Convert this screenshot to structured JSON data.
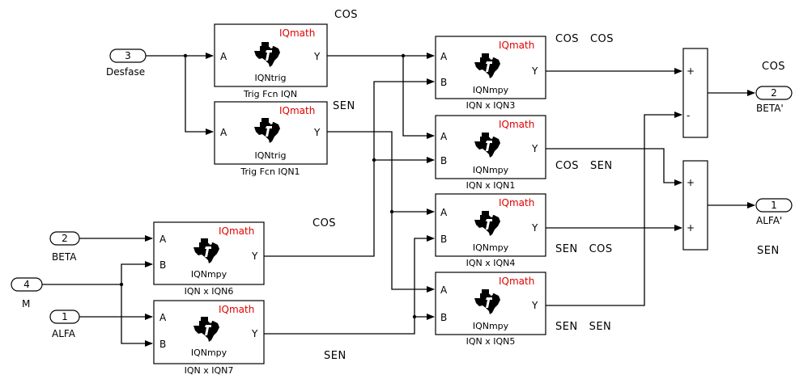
{
  "brand_text": "IQmath",
  "ti_logo_icon": "texas-instruments-logo-icon",
  "blocks": {
    "trig0": {
      "name": "Trig Fcn IQN",
      "inner": "IQNtrig",
      "in_a": "A",
      "out": "Y"
    },
    "trig1": {
      "name": "Trig Fcn IQN1",
      "inner": "IQNtrig",
      "in_a": "A",
      "out": "Y"
    },
    "m3": {
      "name": "IQN x IQN3",
      "inner": "IQNmpy",
      "in_a": "A",
      "in_b": "B",
      "out": "Y"
    },
    "m1": {
      "name": "IQN x IQN1",
      "inner": "IQNmpy",
      "in_a": "A",
      "in_b": "B",
      "out": "Y"
    },
    "m4": {
      "name": "IQN x IQN4",
      "inner": "IQNmpy",
      "in_a": "A",
      "in_b": "B",
      "out": "Y"
    },
    "m5": {
      "name": "IQN x IQN5",
      "inner": "IQNmpy",
      "in_a": "A",
      "in_b": "B",
      "out": "Y"
    },
    "m6": {
      "name": "IQN x IQN6",
      "inner": "IQNmpy",
      "in_a": "A",
      "in_b": "B",
      "out": "Y"
    },
    "m7": {
      "name": "IQN x IQN7",
      "inner": "IQNmpy",
      "in_a": "A",
      "in_b": "B",
      "out": "Y"
    }
  },
  "inports": {
    "desfase": {
      "number": "3",
      "label": "Desfase"
    },
    "beta": {
      "number": "2",
      "label": "BETA"
    },
    "m": {
      "number": "4",
      "label": "M"
    },
    "alfa": {
      "number": "1",
      "label": "ALFA"
    }
  },
  "outports": {
    "beta_out": {
      "number": "2",
      "label": "BETA'"
    },
    "alfa_out": {
      "number": "1",
      "label": "ALFA'"
    }
  },
  "sums": {
    "top": {
      "sign1": "+",
      "sign2": "-"
    },
    "bottom": {
      "sign1": "+",
      "sign2": "+"
    }
  },
  "signal_labels": {
    "trig_cos": "COS",
    "trig_sen": "SEN",
    "m3_out": "COS   COS",
    "m1_out": "COS   SEN",
    "m4_out": "SEN   COS",
    "m5_out": "SEN   SEN",
    "m6_out": "COS",
    "m7_out": "SEN",
    "beta_out": "COS",
    "alfa_out": "SEN"
  }
}
